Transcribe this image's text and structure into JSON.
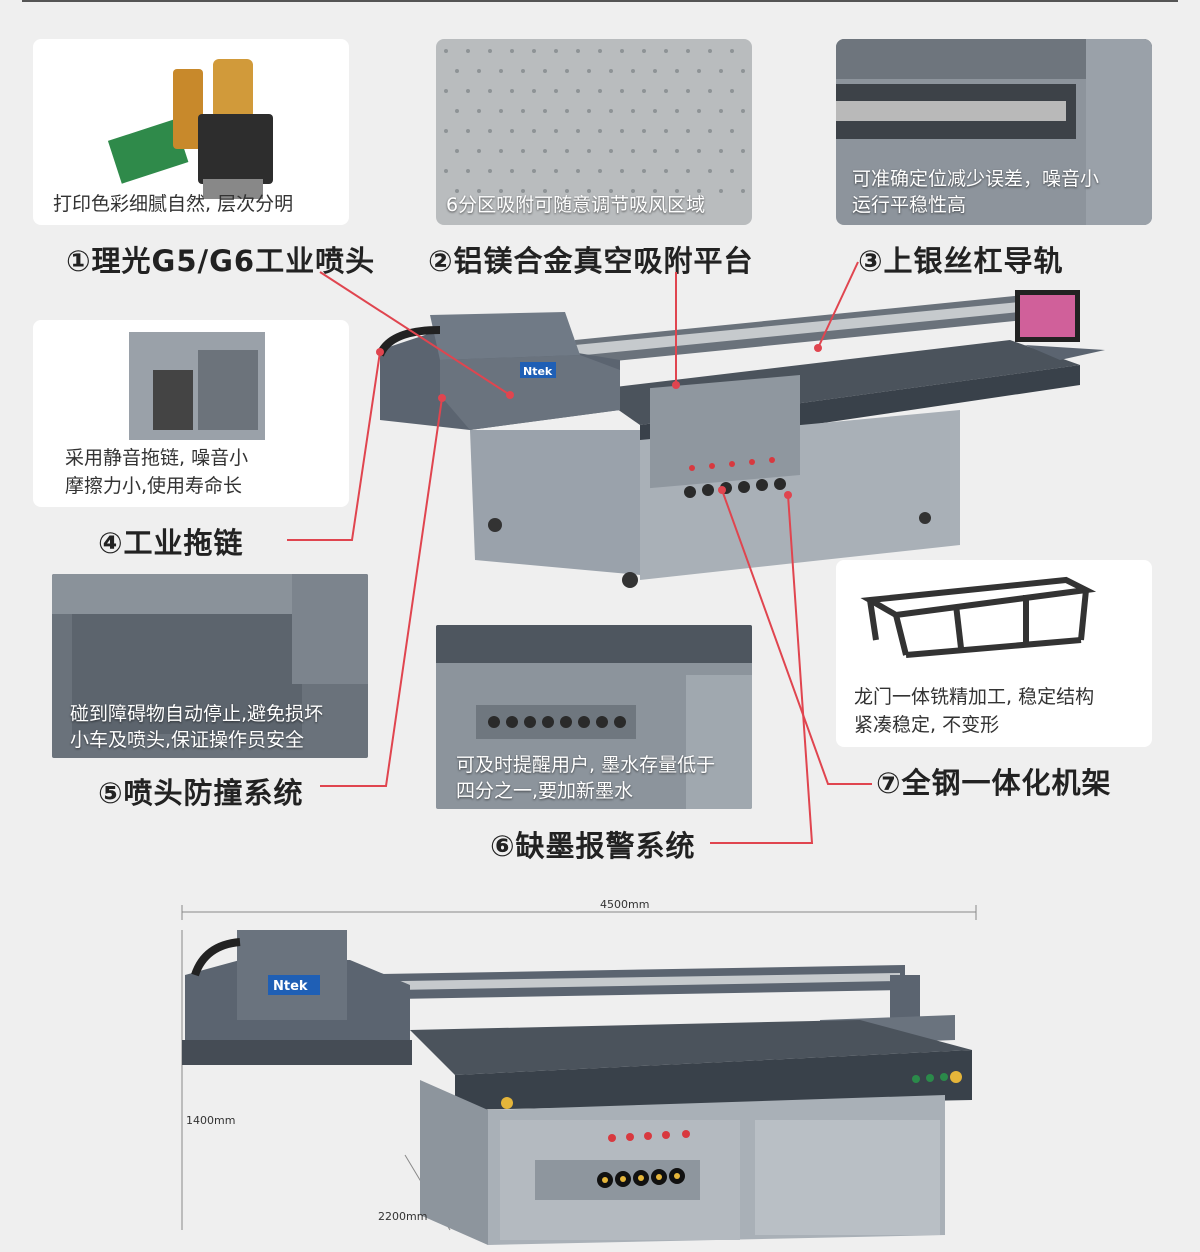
{
  "features": [
    {
      "title": "①理光G5/G6工业喷头",
      "caption": "打印色彩细腻自然, 层次分明"
    },
    {
      "title": "②铝镁合金真空吸附平台",
      "caption": "6分区吸附可随意调节吸风区域"
    },
    {
      "title": "③上银丝杠导轨",
      "caption_line1": "可准确定位减少误差，噪音小",
      "caption_line2": "运行平稳性高"
    },
    {
      "title": "④工业拖链",
      "caption_line1": "采用静音拖链, 噪音小",
      "caption_line2": "摩擦力小,使用寿命长"
    },
    {
      "title": "⑤喷头防撞系统",
      "caption_line1": "碰到障碍物自动停止,避免损坏",
      "caption_line2": "小车及喷头,保证操作员安全"
    },
    {
      "title": "⑥缺墨报警系统",
      "caption_line1": "可及时提醒用户, 墨水存量低于",
      "caption_line2": "四分之一,要加新墨水"
    },
    {
      "title": "⑦全钢一体化机架",
      "caption_line1": "龙门一体铣精加工, 稳定结构",
      "caption_line2": "紧凑稳定, 不变形"
    }
  ],
  "brand": "Ntek",
  "dimensions": {
    "width": "4500mm",
    "height": "1400mm",
    "depth": "2200mm"
  },
  "colors": {
    "accent_line": "#e0454f",
    "machine_body": "#5b6470",
    "machine_light": "#9aa2ab"
  }
}
